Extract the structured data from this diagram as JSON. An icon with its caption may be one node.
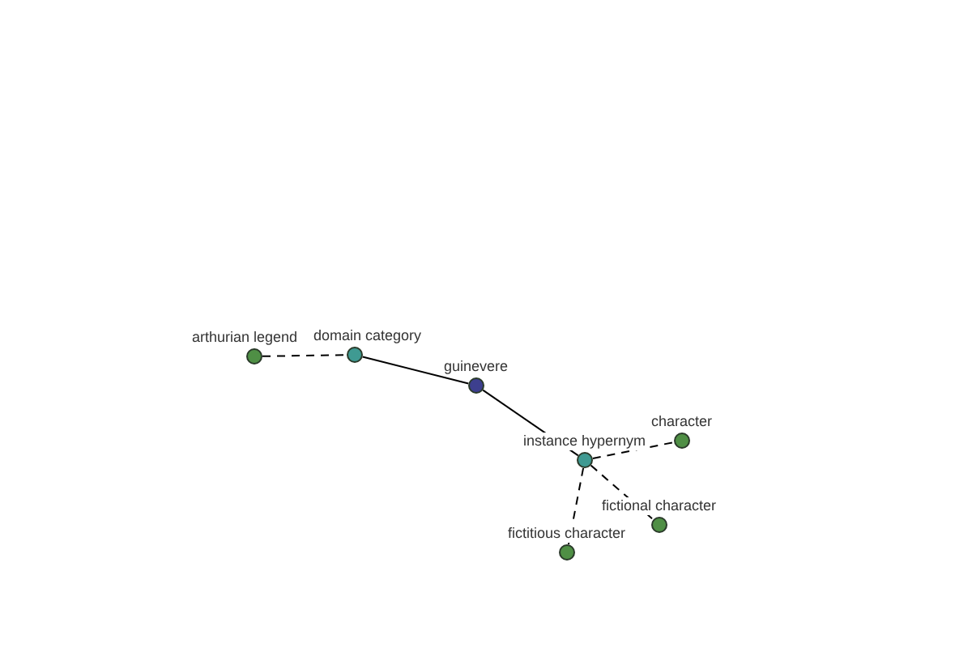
{
  "diagram": {
    "nodes": [
      {
        "text": [
          "arthurian legend"
        ]
      },
      {
        "text": [
          "domain category"
        ]
      },
      {
        "text": [
          "guinevere"
        ]
      },
      {
        "text": [
          "instance hypernym"
        ]
      },
      {
        "text": [
          "character"
        ]
      },
      {
        "text": [
          "fictional character"
        ]
      },
      {
        "text": [
          "fictitious character"
        ]
      }
    ],
    "edges": [
      {
        "from": 0,
        "to": 1,
        "arrow": "none",
        "style": "dashed"
      },
      {
        "from": 1,
        "to": 2,
        "arrow": "none"
      },
      {
        "from": 2,
        "to": 3,
        "arrow": "none"
      },
      {
        "from": 3,
        "to": 4,
        "arrow": "none",
        "style": "dashed"
      },
      {
        "from": 3,
        "to": 5,
        "arrow": "none",
        "style": "dashed"
      },
      {
        "from": 3,
        "to": 6,
        "arrow": "none",
        "style": "dashed"
      }
    ]
  }
}
